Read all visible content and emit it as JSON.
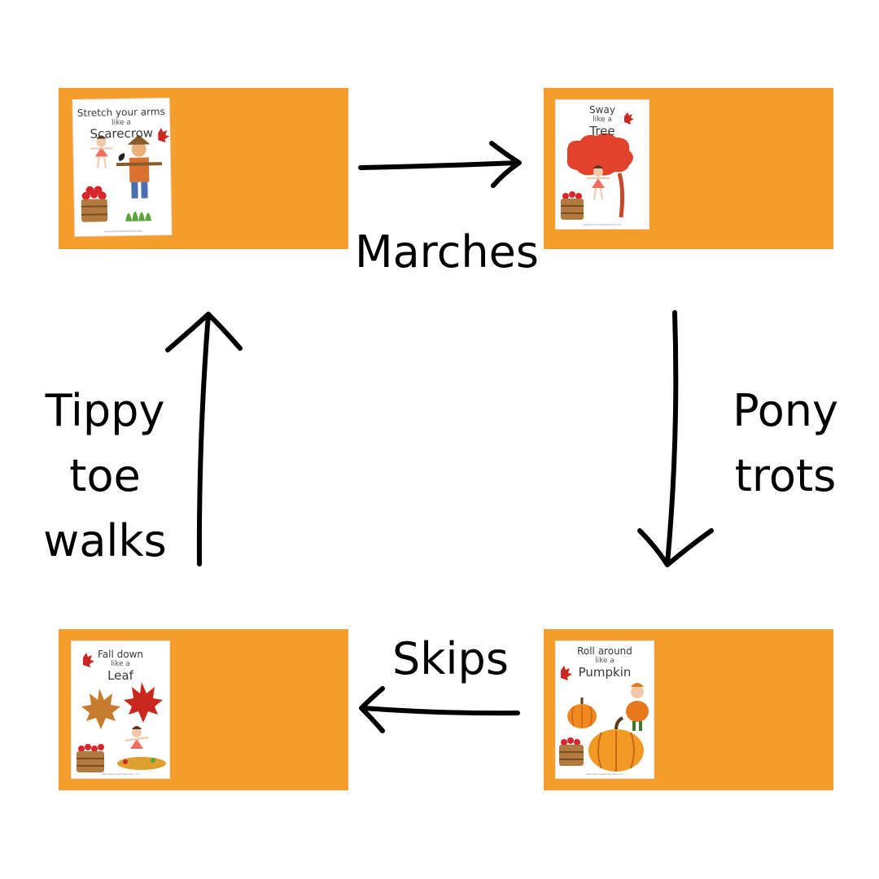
{
  "colors": {
    "station": "#f59e2e",
    "arrow": "#000000",
    "text": "#000000"
  },
  "stations": {
    "top_left": {
      "line1": "Stretch your arms",
      "line2": "like a",
      "line3": "Scarecrow",
      "url": "www.resourcesforteachers.com"
    },
    "top_right": {
      "line1": "Sway",
      "line2": "like a",
      "line3": "Tree",
      "url": "www.resourcesforteachers.com"
    },
    "bottom_right": {
      "line1": "Roll around",
      "line2": "like a",
      "line3": "Pumpkin",
      "url": "www.resourcesforteachers.com"
    },
    "bottom_left": {
      "line1": "Fall down",
      "line2": "like a",
      "line3": "Leaf",
      "url": "www.resourcesforteachers.com"
    }
  },
  "transitions": {
    "top": {
      "label": "Marches"
    },
    "right": {
      "line1": "Pony",
      "line2": "trots"
    },
    "bottom": {
      "label": "Skips"
    },
    "left": {
      "line1": "Tippy",
      "line2": "toe",
      "line3": "walks"
    }
  }
}
